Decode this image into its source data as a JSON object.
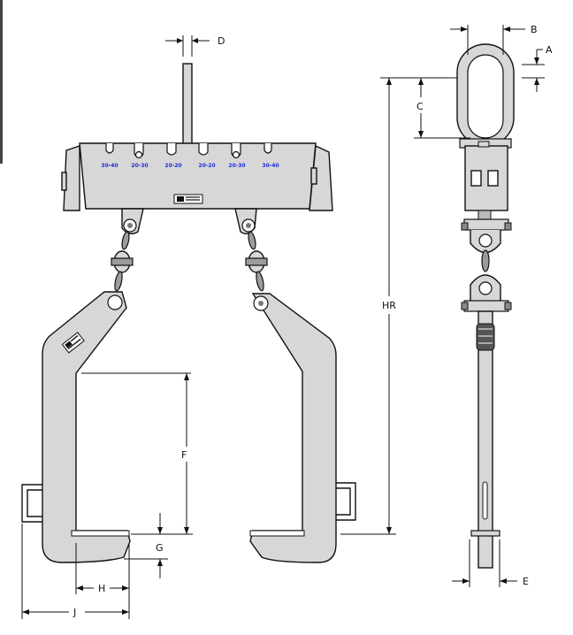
{
  "dimensions": {
    "A": "A",
    "B": "B",
    "C": "C",
    "D": "D",
    "E": "E",
    "F": "F",
    "G": "G",
    "H": "H",
    "J": "J",
    "HR": "HR"
  },
  "beam_notches": [
    "30-40",
    "20-30",
    "20-20",
    "20-20",
    "20-30",
    "30-40"
  ]
}
